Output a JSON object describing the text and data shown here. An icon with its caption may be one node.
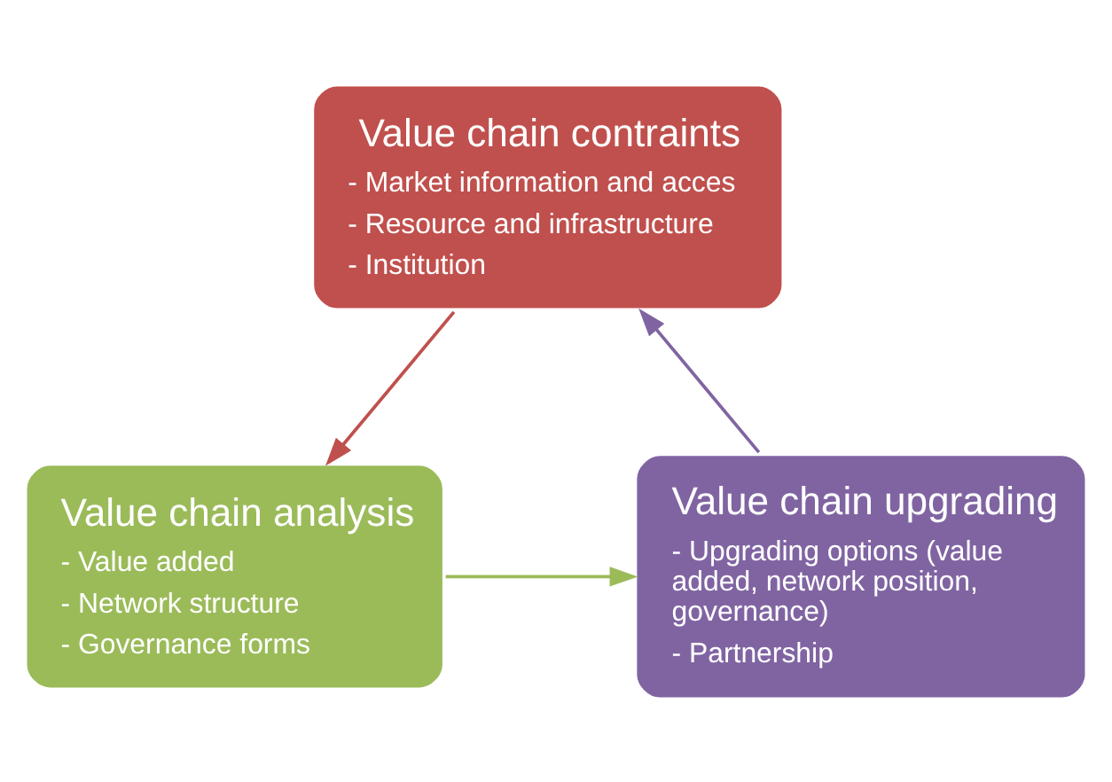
{
  "diagram": {
    "nodes": [
      {
        "text": [
          "Value chain contraints",
          "- Market information and acces",
          "- Resource and infrastructure",
          "- Institution"
        ]
      },
      {
        "text": [
          "Value chain analysis",
          "- Value added",
          "- Network structure",
          "- Governance forms"
        ]
      },
      {
        "text": [
          "Value chain upgrading",
          "- Upgrading options (value added, network position, governance)",
          "- Partnership"
        ]
      }
    ],
    "edges": [
      {
        "from": 0,
        "to": 1,
        "arrow": "to",
        "color": "#c0504d"
      },
      {
        "from": 1,
        "to": 2,
        "arrow": "to",
        "color": "#9bbb59"
      },
      {
        "from": 2,
        "to": 0,
        "arrow": "to",
        "color": "#8064a2"
      }
    ]
  }
}
